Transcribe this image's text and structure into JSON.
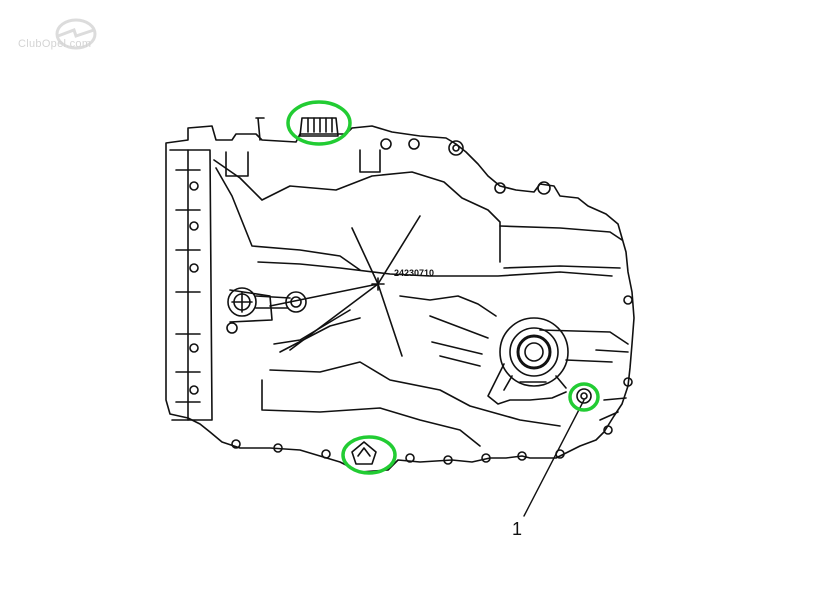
{
  "watermark": {
    "text": "ClubOpel.com"
  },
  "diagram": {
    "part_number": "24230710",
    "callouts": [
      {
        "label": "1"
      }
    ],
    "highlight_color": "#22cc33",
    "line_color": "#111111"
  }
}
